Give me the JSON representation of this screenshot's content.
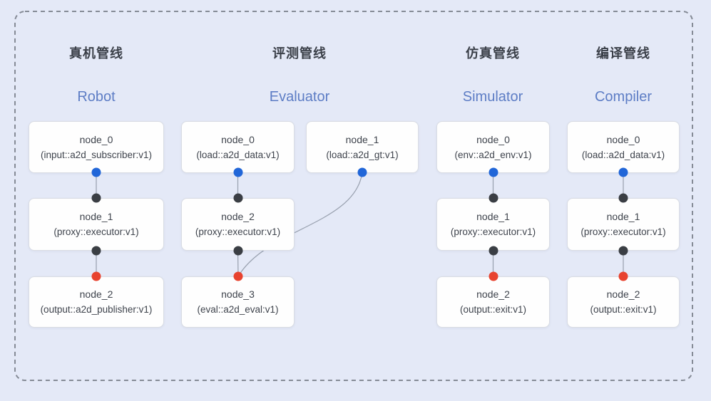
{
  "diagram": {
    "pipelines": [
      {
        "title_zh": "真机管线",
        "title_en": "Robot",
        "nodes": [
          {
            "name": "node_0",
            "type": "(input::a2d_subscriber:v1)"
          },
          {
            "name": "node_1",
            "type": "(proxy::executor:v1)"
          },
          {
            "name": "node_2",
            "type": "(output::a2d_publisher:v1)"
          }
        ]
      },
      {
        "title_zh": "评测管线",
        "title_en": "Evaluator",
        "nodes": [
          {
            "name": "node_0",
            "type": "(load::a2d_data:v1)"
          },
          {
            "name": "node_1",
            "type": "(load::a2d_gt:v1)"
          },
          {
            "name": "node_2",
            "type": "(proxy::executor:v1)"
          },
          {
            "name": "node_3",
            "type": "(eval::a2d_eval:v1)"
          }
        ]
      },
      {
        "title_zh": "仿真管线",
        "title_en": "Simulator",
        "nodes": [
          {
            "name": "node_0",
            "type": "(env::a2d_env:v1)"
          },
          {
            "name": "node_1",
            "type": "(proxy::executor:v1)"
          },
          {
            "name": "node_2",
            "type": "(output::exit:v1)"
          }
        ]
      },
      {
        "title_zh": "编译管线",
        "title_en": "Compiler",
        "nodes": [
          {
            "name": "node_0",
            "type": "(load::a2d_data:v1)"
          },
          {
            "name": "node_1",
            "type": "(proxy::executor:v1)"
          },
          {
            "name": "node_2",
            "type": "(output::exit:v1)"
          }
        ]
      }
    ],
    "colors": {
      "background": "#e4e9f7",
      "dashed_border": "#858b96",
      "node_border": "#d9dce3",
      "edge": "#9aa2b0",
      "port_blue": "#2166d8",
      "port_black": "#3a3e44",
      "port_red": "#e8432f",
      "title_zh": "#3a3f48",
      "title_en": "#5d7dc5"
    }
  }
}
